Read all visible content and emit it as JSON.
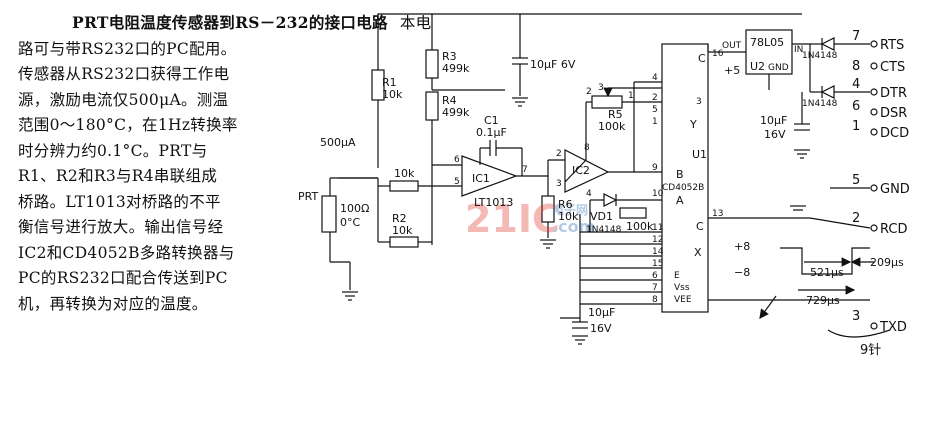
{
  "description": {
    "title": "PRT电阻温度传感器到RS－232的接口电路",
    "lines": [
      "本电",
      "路可与带RS232口的PC配用。",
      "传感器从RS232口获得工作电",
      "源，激励电流仅500μA。测温",
      "范围0～180°C，在1Hz转换率",
      "时分辨力约0.1°C。PRT与",
      "R1、R2和R3与R4串联组成",
      "桥路。LT1013对桥路的不平",
      "衡信号进行放大。输出信号经",
      "IC2和CD4052B多路转换器与",
      "PC的RS232口配合传送到PC",
      "机，再转换为对应的温度。"
    ]
  },
  "watermark": {
    "main": "21IC",
    "sub": "电子网",
    "domain": ".com"
  },
  "schematic": {
    "resistors": {
      "r1_name": "R1",
      "r1_value": "10k",
      "r3_name": "R3",
      "r3_value": "499k",
      "r4_name": "R4",
      "r4_value": "499k",
      "r2_name": "R2",
      "r2_value": "10k",
      "r_in": "10k",
      "r6_name": "R6",
      "r6_value": "10k",
      "r5_name": "R5",
      "r5_value": "100k",
      "r_pot2": "100k",
      "prt_value": "100Ω",
      "prt_temp": "0°C"
    },
    "capacitors": {
      "c_top": "10μF 6V",
      "c1_name": "C1",
      "c1_value": "0.1μF",
      "c_mid": "10μF",
      "c_mid_v": "16V",
      "c_bot": "10μF",
      "c_bot_v": "16V"
    },
    "ics": {
      "ic1": "IC1",
      "ic1_part": "LT1013",
      "ic2": "IC2",
      "u1": "U1",
      "u1_part": "CD4052B",
      "u2": "U2",
      "reg": "78L05",
      "reg_out": "OUT",
      "reg_in": "IN",
      "reg_gnd": "GND",
      "plus5": "+5"
    },
    "diodes": {
      "d_top": "1N4148",
      "d_mid": "1N4148",
      "vd1_name": "VD1",
      "vd1_part": "1N4148"
    },
    "labels": {
      "prt": "PRT",
      "current": "500μA",
      "mux_c": "C",
      "mux_a": "A",
      "mux_b": "B",
      "mux_x": "X",
      "mux_y": "Y",
      "mux_e": "E",
      "mux_vss": "Vss",
      "mux_vee": "VEE"
    },
    "pins": {
      "p16": "16",
      "p4": "4",
      "p2": "2",
      "p5": "5",
      "p1": "1",
      "p3": "3",
      "p9": "9",
      "p10": "10",
      "p13": "13",
      "p11": "11",
      "p12": "12",
      "p14": "14",
      "p15": "15",
      "p6": "6",
      "p7": "7",
      "p8": "8",
      "ic1_p6": "6",
      "ic1_p5": "5",
      "ic1_p7": "7",
      "ic2_p2": "2",
      "ic2_p8": "8",
      "ic2_p3": "3",
      "ic2_p4": "4",
      "r5_p1": "1",
      "r5_p2": "2",
      "r5_p3": "3"
    },
    "connector": {
      "rts": "RTS",
      "cts": "CTS",
      "dtr": "DTR",
      "dsr": "DSR",
      "dcd": "DCD",
      "gnd": "GND",
      "rcd": "RCD",
      "txd": "TXD",
      "n7": "7",
      "n8": "8",
      "n4": "4",
      "n6": "6",
      "n1": "1",
      "n5": "5",
      "n2": "2",
      "n3": "3",
      "pins_note": "9针"
    },
    "timing": {
      "pos": "+8",
      "neg": "−8",
      "t1": "521μs",
      "t2": "729μs",
      "t3": "209μs"
    }
  }
}
